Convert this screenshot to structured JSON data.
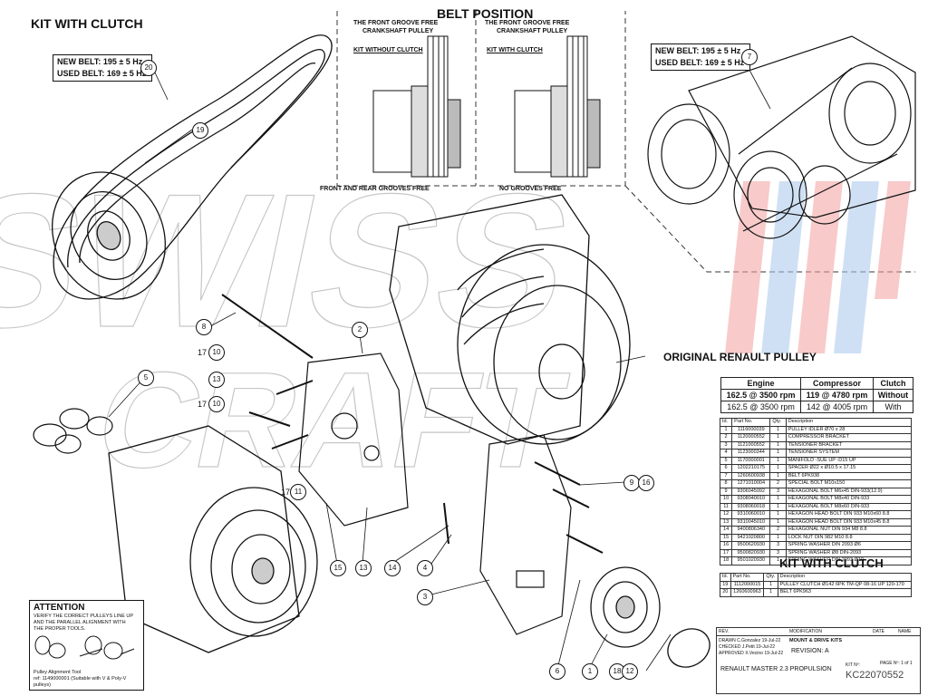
{
  "headings": {
    "kit_with_clutch_left": "KIT WITH CLUTCH",
    "belt_position": "BELT POSITION",
    "original_pulley": "ORIGINAL RENAULT PULLEY",
    "kit_with_clutch_table": "KIT WITH CLUTCH"
  },
  "belt_specs_left": {
    "new": "NEW BELT: 195 ± 5 Hz",
    "used": "USED BELT: 169 ± 5 Hz"
  },
  "belt_specs_right": {
    "new": "NEW BELT: 195 ± 5 Hz",
    "used": "USED BELT: 169 ± 5 Hz"
  },
  "belt_position": {
    "front_groove_free_1": "THE FRONT GROOVE FREE",
    "crankshaft_pulley_1": "CRANKSHAFT PULLEY",
    "front_groove_free_2": "THE FRONT GROOVE FREE",
    "crankshaft_pulley_2": "CRANKSHAFT PULLEY",
    "kit_without_clutch": "KIT WITHOUT CLUTCH",
    "kit_with_clutch": "KIT WITH CLUTCH",
    "front_and_rear_free": "FRONT AND REAR GROOVES FREE",
    "no_grooves_free": "NO GROOVES FREE"
  },
  "spec_table": {
    "headers": [
      "Engine",
      "Compressor",
      "Clutch"
    ],
    "rows": [
      [
        "162.5 @ 3500 rpm",
        "119 @ 4780 rpm",
        "Without"
      ],
      [
        "162.5 @ 3500 rpm",
        "142 @ 4005 rpm",
        "With"
      ]
    ]
  },
  "parts_table": {
    "headers": [
      "Id.",
      "Part No.",
      "Qty.",
      "Description"
    ],
    "rows": [
      [
        "1",
        "1116000039",
        "1",
        "PULLEY IDLER Ø70 x 28"
      ],
      [
        "2",
        "1120000552",
        "1",
        "COMPRESSOR BRACKET"
      ],
      [
        "3",
        "1121000552",
        "1",
        "TENSIONER BRACKET"
      ],
      [
        "4",
        "1123000344",
        "1",
        "TENSIONER SYSTEM"
      ],
      [
        "5",
        "1170000001",
        "1",
        "MANIFOLD -SUE UP -D15 UP"
      ],
      [
        "6",
        "1202210175",
        "1",
        "SPACER Ø22 x Ø10.5 x 17.15"
      ],
      [
        "7",
        "1260600938",
        "1",
        "BELT 6PK938"
      ],
      [
        "8",
        "1271010004",
        "2",
        "SPECIAL BOLT M10x150"
      ],
      [
        "9",
        "9306045092",
        "3",
        "HEXAGONAL BOLT M6x45 DIN-933(12.9)"
      ],
      [
        "10",
        "9308040010",
        "1",
        "HEXAGONAL BOLT M8x40 DIN-933"
      ],
      [
        "11",
        "9308060018",
        "1",
        "HEXAGONAL BOLT M8x60 DIN-933"
      ],
      [
        "12",
        "9310060010",
        "1",
        "HEXAGON HEAD BOLT DIN 933 M10x60 8.8"
      ],
      [
        "13",
        "9310045010",
        "1",
        "HEXAGON HEAD BOLT DIN 933 M10x45 8.8"
      ],
      [
        "14",
        "9400806340",
        "2",
        "HEXAGONAL NUT DIN 934 M8 8.8"
      ],
      [
        "15",
        "9421020800",
        "1",
        "LOCK NUT DIN 982 M10 8.8"
      ],
      [
        "16",
        "9500620930",
        "3",
        "SPRING WASHER DIN 2093 Ø6"
      ],
      [
        "17",
        "9500820930",
        "3",
        "SPRING WASHER Ø8 DIN-2093"
      ],
      [
        "18",
        "9501020930",
        "1",
        "SPRING WASHER DIN 2093 Ø10"
      ]
    ]
  },
  "clutch_table": {
    "headers": [
      "Id.",
      "Part No.",
      "Qty.",
      "Description"
    ],
    "rows": [
      [
        "19",
        "1112000015",
        "1",
        "PULLEY CLUTCH Ø142 6PK TM-QP 08-16 UP 120-170"
      ],
      [
        "20",
        "1260600963",
        "1",
        "BELT 6PK963"
      ]
    ]
  },
  "attention": {
    "title": "ATTENTION",
    "line1": "VERIFY THE CORRECT PULLEYS LINE UP",
    "line2": "AND THE PARALLEL ALIGNMENT WITH",
    "line3": "THE PROPER TOOLS.",
    "tool": "Pulley Alignment Tool",
    "ref": "ref: 1149000001 (Suitable with V & Poly-V pulleys)"
  },
  "title_block": {
    "rev": "REV.",
    "modification": "MODIFICATION",
    "date": "DATE",
    "name": "NAME",
    "drawn": "DRAWN",
    "checked": "CHECKED",
    "approved": "APPROVED",
    "drawn_by": "C.Gonzalez",
    "checked_by": "J.Petit",
    "approved_by": "X.Vecino",
    "d1": "19-Jul-22",
    "d2": "19-Jul-22",
    "d3": "19-Jul-22",
    "dept": "MOUNT & DRIVE KITS",
    "revision": "REVISION:  A",
    "project": "RENAULT MASTER 2.3  PROPULSION",
    "kit_no_label": "KIT Nº:",
    "kit_no": "KC22070552",
    "page": "PAGE Nº: 1 of 1"
  },
  "callouts": [
    "20",
    "19",
    "7",
    "8",
    "2",
    "17",
    "10",
    "13",
    "17",
    "10",
    "5",
    "17",
    "11",
    "15",
    "13",
    "14",
    "4",
    "3",
    "9",
    "16",
    "6",
    "1",
    "18",
    "12"
  ],
  "colors": {
    "line": "#111111",
    "watermark_red": "#f4a0a0",
    "watermark_blue": "#a8c8ec"
  }
}
